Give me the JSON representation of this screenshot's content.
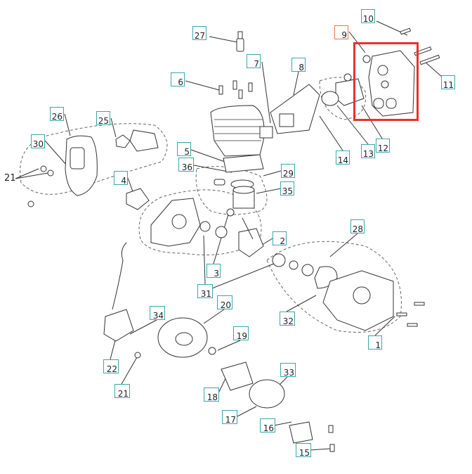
{
  "title": "Engine exploded parts diagram",
  "highlight_color": "#e8322b",
  "label_color": "#3aa7b0",
  "highlighted_label_color": "#e27a45",
  "labels": {
    "l1": "1",
    "l2": "2",
    "l3": "3",
    "l4": "4",
    "l5": "5",
    "l6": "6",
    "l7": "7",
    "l8": "8",
    "l9": "9",
    "l10": "10",
    "l11": "11",
    "l12": "12",
    "l13": "13",
    "l14": "14",
    "l15": "15",
    "l16": "16",
    "l17": "17",
    "l18": "18",
    "l19": "19",
    "l20": "20",
    "l21a": "21",
    "l21b": "21",
    "l22": "22",
    "l25": "25",
    "l26": "26",
    "l27": "27",
    "l28": "28",
    "l29": "29",
    "l30": "30",
    "l31": "31",
    "l32": "32",
    "l33": "33",
    "l34": "34",
    "l35": "35",
    "l36": "36"
  }
}
